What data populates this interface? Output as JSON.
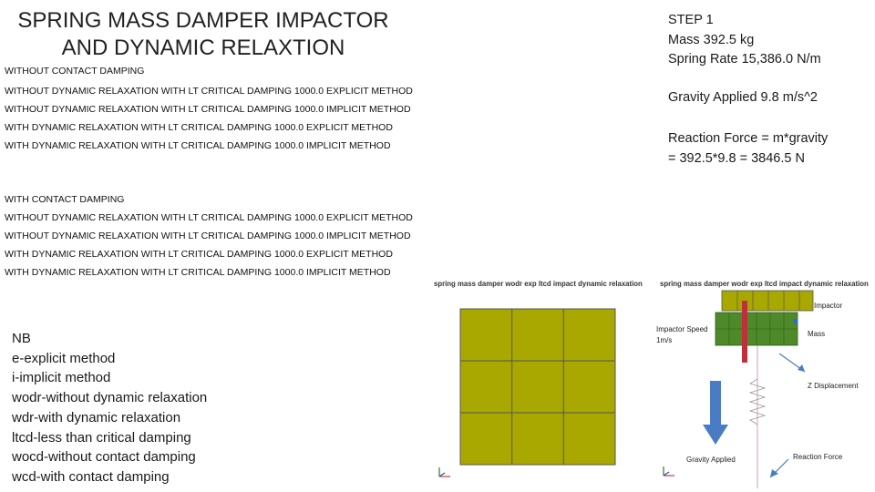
{
  "title": "SPRING MASS DAMPER IMPACTOR AND DYNAMIC RELAXTION",
  "without_contact": {
    "heading": "WITHOUT CONTACT DAMPING",
    "lines": [
      "WITHOUT DYNAMIC RELAXATION  WITH LT CRITICAL  DAMPING 1000.0 EXPLICIT METHOD",
      "WITHOUT DYNAMIC RELAXATION WITH LT CRITICAL  DAMPING 1000.0 IMPLICIT METHOD",
      "WITH DYNAMIC RELAXATION  WITH LT CRITICAL  DAMPING 1000.0 EXPLICIT METHOD",
      "WITH DYNAMIC RELAXATION WITH LT CRITICAL  DAMPING 1000.0 IMPLICIT METHOD"
    ]
  },
  "with_contact": {
    "heading": "WITH CONTACT DAMPING",
    "lines": [
      "WITHOUT DYNAMIC RELAXATION WITH LT CRITICAL DAMPING 1000.0 EXPLICIT METHOD",
      "WITHOUT DYNAMIC RELAXATION WITH LT CRITICAL DAMPING 1000.0 IMPLICIT METHOD",
      "WITH DYNAMIC RELAXATION WITH LT CRITICAL DAMPING 1000.0  EXPLICIT METHOD",
      "WITH DYNAMIC RELAXATION WITH LT CRITICAL DAMPING 1000.0  IMPLICIT METHOD"
    ]
  },
  "step": {
    "label": "STEP 1",
    "mass": "Mass 392.5 kg",
    "spring_rate": "Spring Rate 15,386.0 N/m"
  },
  "gravity_applied": "Gravity Applied 9.8 m/s^2",
  "reaction": {
    "line1": "Reaction Force = m*gravity",
    "line2": "= 392.5*9.8 = 3846.5 N"
  },
  "notes": [
    "NB",
    "e-explicit method",
    "i-implicit method",
    "wodr-without dynamic relaxation",
    "wdr-with dynamic relaxation",
    "ltcd-less than critical damping",
    "wocd-without contact damping",
    "wcd-with contact damping"
  ],
  "sim_left": {
    "title": "spring mass damper wodr exp ltcd impact dynamic relaxation"
  },
  "sim_right": {
    "title": "spring mass damper wodr exp ltcd impact dynamic relaxation",
    "labels": {
      "impactor": "Impactor",
      "impactor_speed_1": "Impactor Speed",
      "impactor_speed_2": "1m/s",
      "mass": "Mass",
      "z_displacement": "Z Displacement",
      "gravity_applied": "Gravity Applied",
      "reaction_force": "Reaction Force"
    }
  },
  "colors": {
    "mesh_yellow": "#a8a800",
    "mesh_green": "#4f8a2a",
    "impactor_red": "#c0303a",
    "arrow_blue": "#4a7cc4"
  }
}
